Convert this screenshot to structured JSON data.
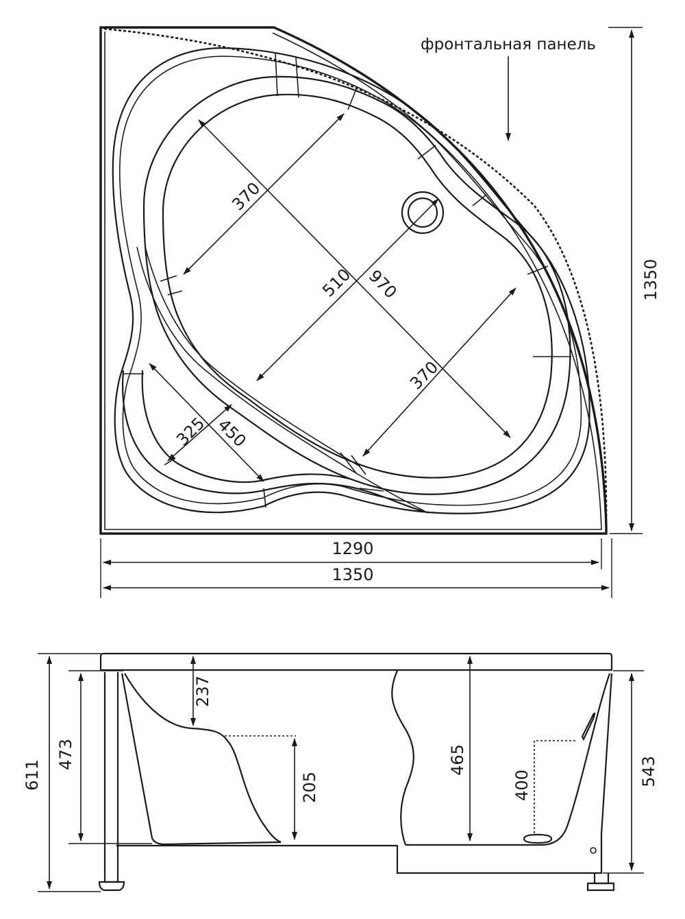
{
  "plan_view": {
    "label_front_panel": "фронтальная панель",
    "dim_side_height": "1350",
    "dim_inner_width": "1290",
    "dim_outer_width": "1350",
    "dim_seat_diag": "370",
    "dim_main_width": "510",
    "dim_main_length": "970",
    "dim_lower_diag": "370",
    "dim_footwell_width": "325",
    "dim_footwell_length": "450"
  },
  "side_view": {
    "dim_total_height": "611",
    "dim_rim_to_floor": "473",
    "dim_seat_depth": "237",
    "dim_seat_height": "205",
    "dim_inner_depth": "465",
    "dim_drain_height": "400",
    "dim_panel_height": "543"
  }
}
